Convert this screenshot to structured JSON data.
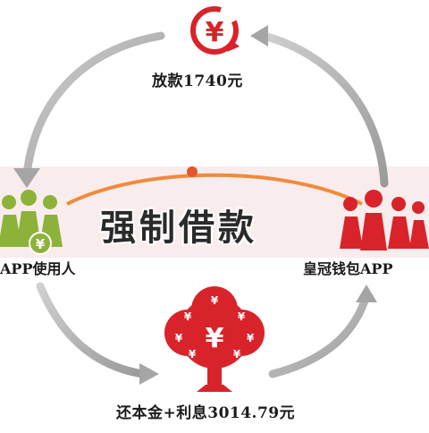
{
  "diagram": {
    "labels": {
      "top": "放款1740元",
      "left": "APP使用人",
      "right": "皇冠钱包APP",
      "bottom": "还本金+利息3014.79元"
    },
    "overlay_title": "强制借款",
    "icons": {
      "top": "yen-cycle-icon",
      "left": "user-group-yen-icon",
      "right": "user-group-icon",
      "bottom": "money-tree-icon"
    },
    "colors": {
      "red": "#d9232b",
      "green": "#8cb23a",
      "arrow": "#b7b7b7",
      "band": "#f7e6e6",
      "orange_line": "#f08a3c"
    }
  }
}
